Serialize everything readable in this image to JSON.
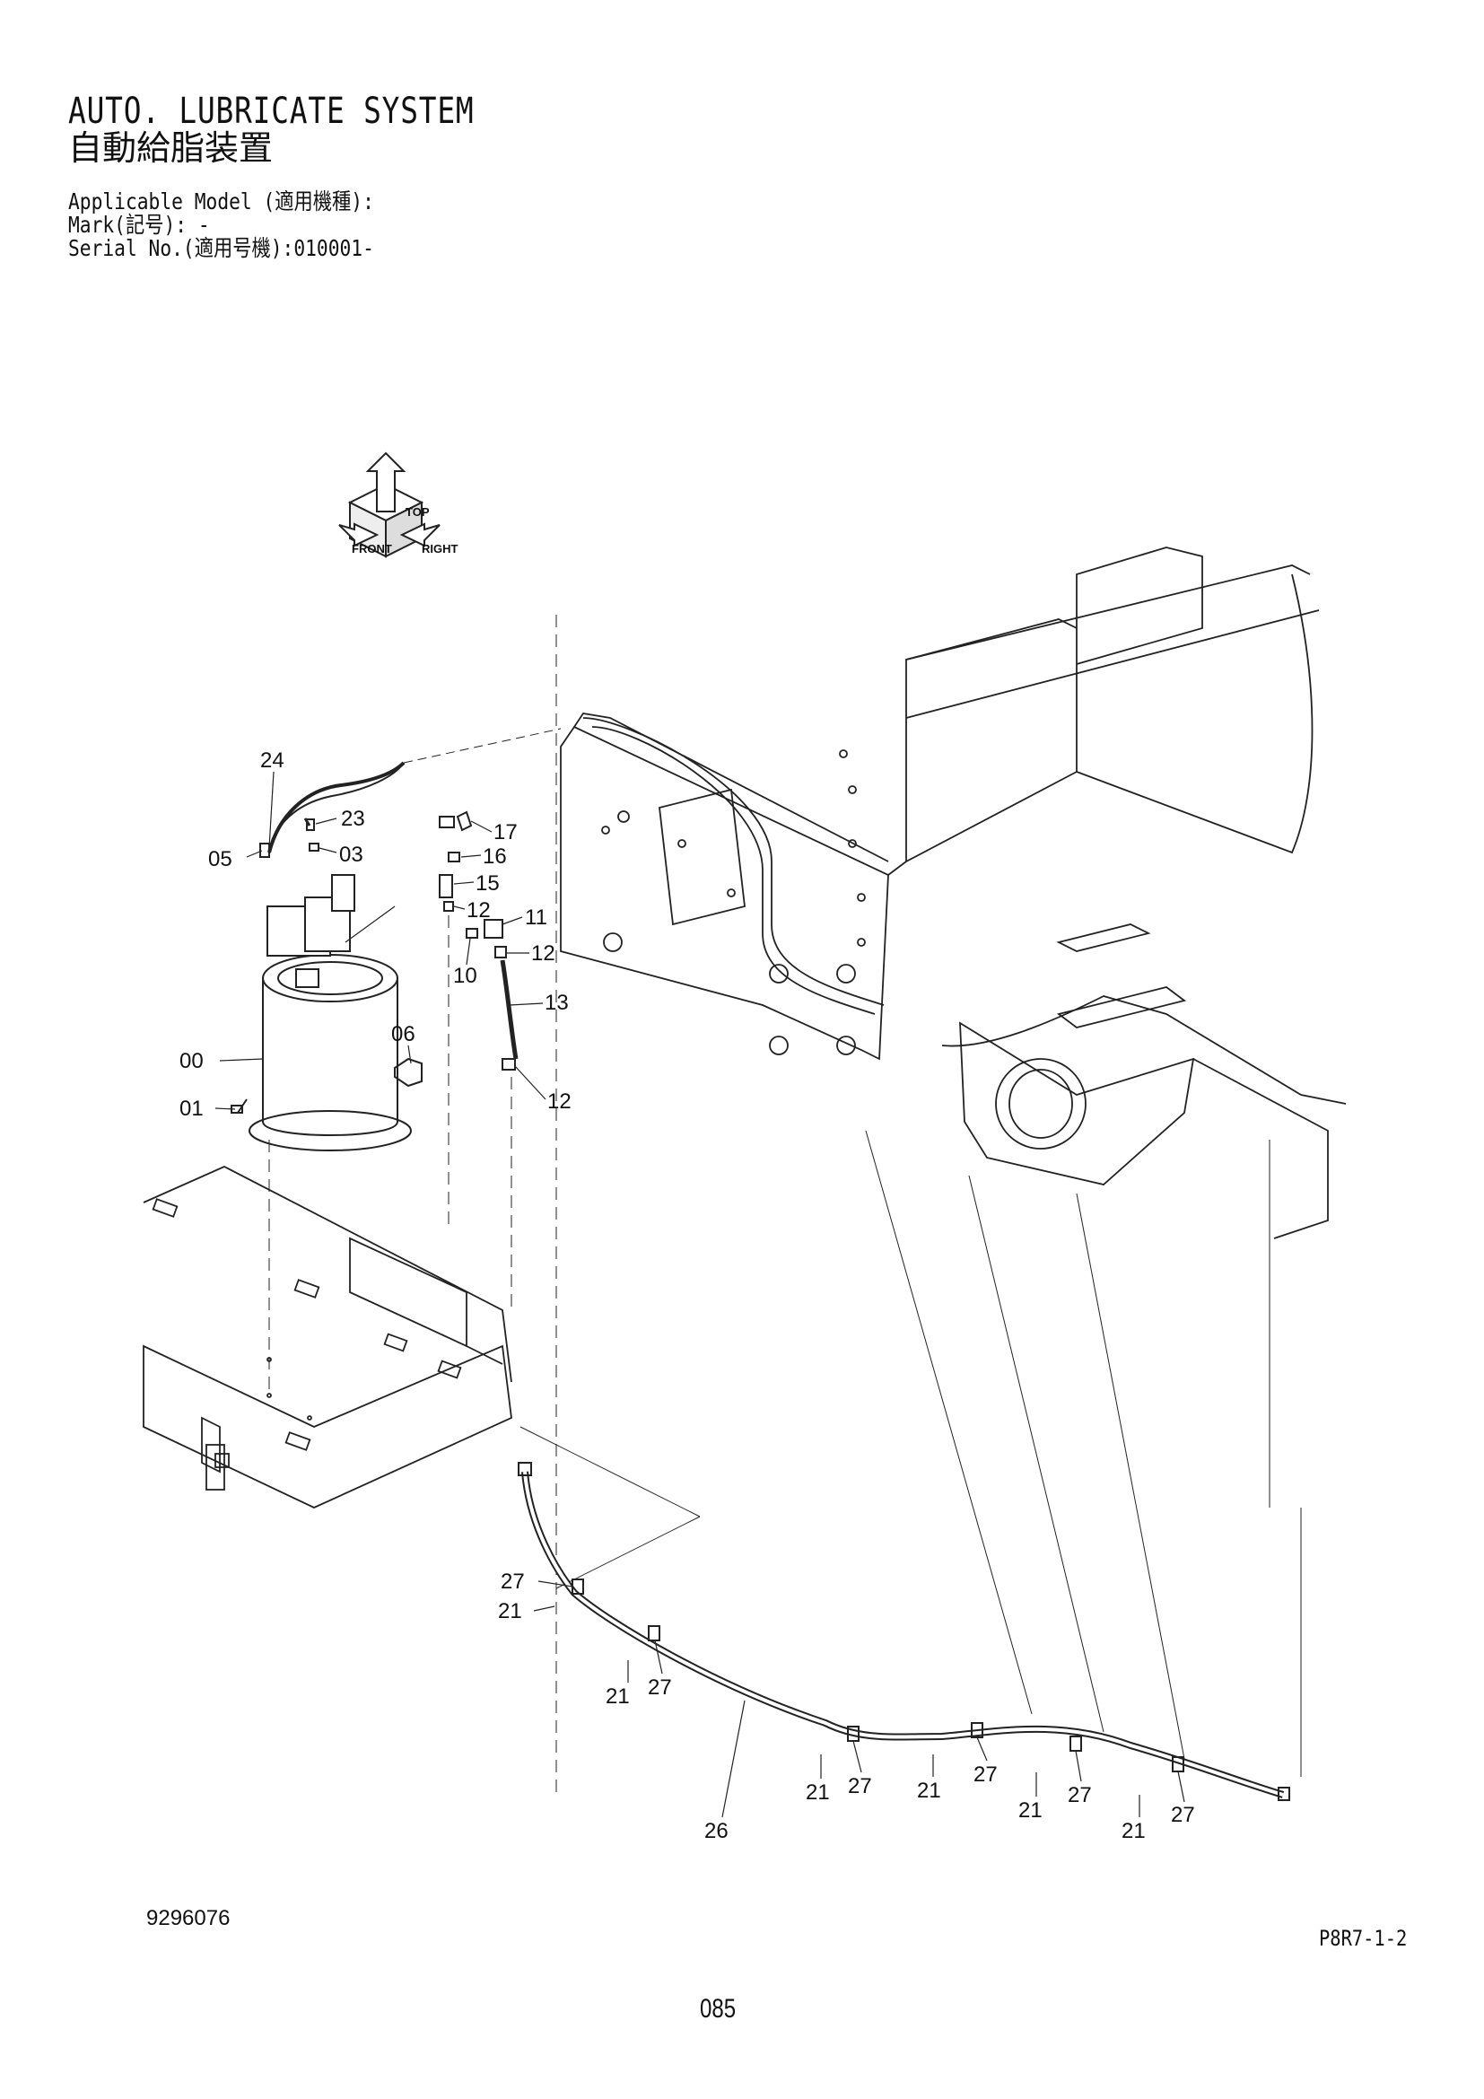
{
  "header": {
    "title_en": "AUTO. LUBRICATE SYSTEM",
    "title_ja": "自動給脂装置",
    "applicable_model": "Applicable Model (適用機種):",
    "mark": "Mark(記号): -",
    "serial": "Serial No.(適用号機):010001-"
  },
  "orientation": {
    "top": "TOP",
    "front": "FRONT",
    "right": "RIGHT",
    "icon": "orientation-arrows-icon"
  },
  "callouts": [
    "24",
    "23",
    "03",
    "05",
    "17",
    "16",
    "15",
    "12",
    "11",
    "12",
    "10",
    "13",
    "00",
    "06",
    "01",
    "12",
    "27",
    "21",
    "21",
    "27",
    "21",
    "27",
    "21",
    "27",
    "21",
    "27",
    "21",
    "27",
    "26"
  ],
  "footer": {
    "drawing_no": "9296076",
    "page_code": "P8R7-1-2",
    "page_number": "085"
  }
}
